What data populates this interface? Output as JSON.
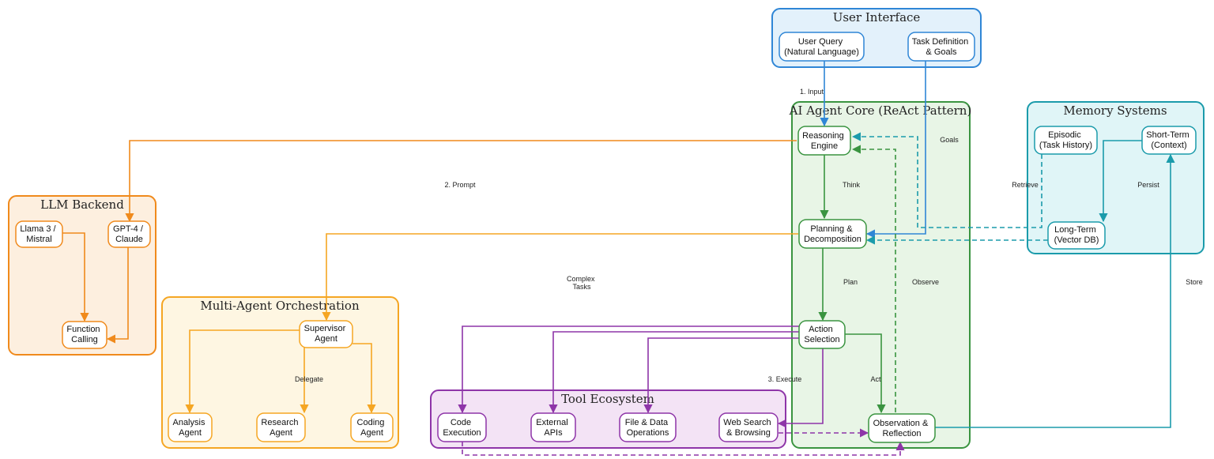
{
  "colors": {
    "ui": "#2f86d6",
    "core": "#3a9440",
    "memory": "#1b9bab",
    "llm": "#f08a1c",
    "multi": "#f5a623",
    "tool": "#8e35a8"
  },
  "clusters": {
    "user_interface": "User Interface",
    "agent_core": "AI Agent Core (ReAct Pattern)",
    "memory": "Memory Systems",
    "llm_backend": "LLM Backend",
    "multi_agent": "Multi-Agent Orchestration",
    "tool_ecosystem": "Tool Ecosystem"
  },
  "nodes": {
    "user_query": [
      "User Query",
      "(Natural Language)"
    ],
    "task_def": [
      "Task Definition",
      "& Goals"
    ],
    "reasoning": [
      "Reasoning",
      "Engine"
    ],
    "planning": [
      "Planning &",
      "Decomposition"
    ],
    "action": [
      "Action",
      "Selection"
    ],
    "observation": [
      "Observation &",
      "Reflection"
    ],
    "episodic": [
      "Episodic",
      "(Task History)"
    ],
    "short_term": [
      "Short-Term",
      "(Context)"
    ],
    "long_term": [
      "Long-Term",
      "(Vector DB)"
    ],
    "llama": [
      "Llama 3 /",
      "Mistral"
    ],
    "gpt4": [
      "GPT-4 /",
      "Claude"
    ],
    "function_calling": [
      "Function",
      "Calling"
    ],
    "supervisor": [
      "Supervisor",
      "Agent"
    ],
    "analysis": [
      "Analysis",
      "Agent"
    ],
    "research": [
      "Research",
      "Agent"
    ],
    "coding": [
      "Coding",
      "Agent"
    ],
    "code_exec": [
      "Code",
      "Execution"
    ],
    "ext_apis": [
      "External",
      "APIs"
    ],
    "file_ops": [
      "File & Data",
      "Operations"
    ],
    "web_search": [
      "Web Search",
      "& Browsing"
    ]
  },
  "edge_labels": {
    "input": "1. Input",
    "prompt": "2. Prompt",
    "think": "Think",
    "goals": "Goals",
    "retrieve": "Retrieve",
    "persist": "Persist",
    "complex_tasks": [
      "Complex",
      "Tasks"
    ],
    "plan": "Plan",
    "observe": "Observe",
    "store": "Store",
    "delegate": "Delegate",
    "execute": "3. Execute",
    "act": "Act"
  }
}
